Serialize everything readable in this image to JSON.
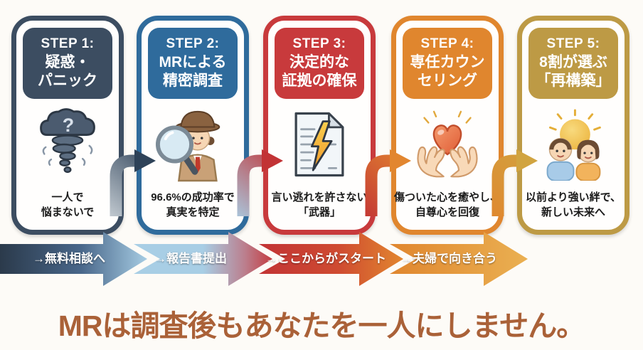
{
  "page": {
    "background_color": "#fdfbf7",
    "type": "process-infographic"
  },
  "steps": [
    {
      "label": "STEP 1:",
      "title_lines": [
        "疑惑・",
        "パニック"
      ],
      "body_lines": [
        "一人で",
        "悩まないで"
      ],
      "accent_color": "#3c4d61",
      "icon": "storm-tornado-question-icon"
    },
    {
      "label": "STEP 2:",
      "title_lines": [
        "MRによる",
        "精密調査"
      ],
      "body_lines": [
        "96.6%の成功率で",
        "真実を特定"
      ],
      "accent_color": "#2f6b9c",
      "icon": "detective-magnifying-glass-icon"
    },
    {
      "label": "STEP 3:",
      "title_lines": [
        "決定的な",
        "証拠の確保"
      ],
      "body_lines": [
        "言い逃れを許さない",
        "「武器」"
      ],
      "accent_color": "#c83a3c",
      "icon": "evidence-document-lightning-icon"
    },
    {
      "label": "STEP 4:",
      "title_lines": [
        "専任カウン",
        "セリング"
      ],
      "body_lines": [
        "傷ついた心を癒やし、",
        "自尊心を回復"
      ],
      "accent_color": "#e0862e",
      "icon": "hands-holding-heart-icon"
    },
    {
      "label": "STEP 5:",
      "title_lines": [
        "8割が選ぶ",
        "「再構築」"
      ],
      "body_lines": [
        "以前より強い絆で、",
        "新しい未来へ"
      ],
      "accent_color": "#bd9a45",
      "icon": "couple-under-sun-icon"
    }
  ],
  "flow_banner": {
    "labels": [
      "→無料相談へ",
      "→報告書提出",
      "→ここからがスタート",
      "→夫婦で向き合う"
    ],
    "segment_colors": [
      {
        "from": "#2b3a4b",
        "to": "#a6cce3"
      },
      {
        "from": "#a8cee5",
        "to": "#c43d41"
      },
      {
        "from": "#c23335",
        "to": "#e2862f"
      },
      {
        "from": "#e0862e",
        "to": "#eab052"
      }
    ]
  },
  "headline": {
    "text": "MRは調査後もあなたを一人にしません。",
    "color": "#aa6138"
  }
}
